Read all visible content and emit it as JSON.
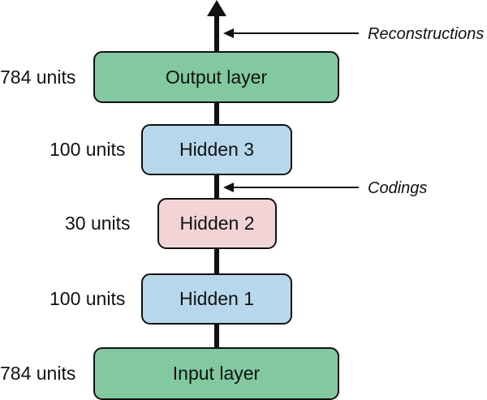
{
  "colors": {
    "green": "#82c99f",
    "blue": "#b7d8ec",
    "pink": "#f2d3d6",
    "stroke": "#111111"
  },
  "layers": {
    "output": {
      "label": "Output layer",
      "units": "784 units"
    },
    "hidden3": {
      "label": "Hidden 3",
      "units": "100 units"
    },
    "hidden2": {
      "label": "Hidden 2",
      "units": "30 units"
    },
    "hidden1": {
      "label": "Hidden 1",
      "units": "100 units"
    },
    "input": {
      "label": "Input layer",
      "units": "784 units"
    }
  },
  "annotations": {
    "reconstructions": "Reconstructions",
    "codings": "Codings"
  }
}
